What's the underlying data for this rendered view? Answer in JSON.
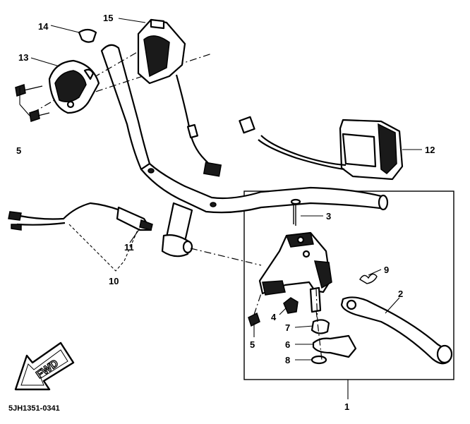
{
  "diagram": {
    "drawing_code": "5JH1351-0341",
    "fwd_label": "FWD",
    "callouts": [
      {
        "id": "c1",
        "label": "1"
      },
      {
        "id": "c2",
        "label": "2"
      },
      {
        "id": "c3",
        "label": "3"
      },
      {
        "id": "c4",
        "label": "4"
      },
      {
        "id": "c5a",
        "label": "5"
      },
      {
        "id": "c5b",
        "label": "5"
      },
      {
        "id": "c6",
        "label": "6"
      },
      {
        "id": "c7",
        "label": "7"
      },
      {
        "id": "c8",
        "label": "8"
      },
      {
        "id": "c9",
        "label": "9"
      },
      {
        "id": "c10",
        "label": "10"
      },
      {
        "id": "c11",
        "label": "11"
      },
      {
        "id": "c12",
        "label": "12"
      },
      {
        "id": "c13",
        "label": "13"
      },
      {
        "id": "c14",
        "label": "14"
      },
      {
        "id": "c15",
        "label": "15"
      }
    ]
  }
}
